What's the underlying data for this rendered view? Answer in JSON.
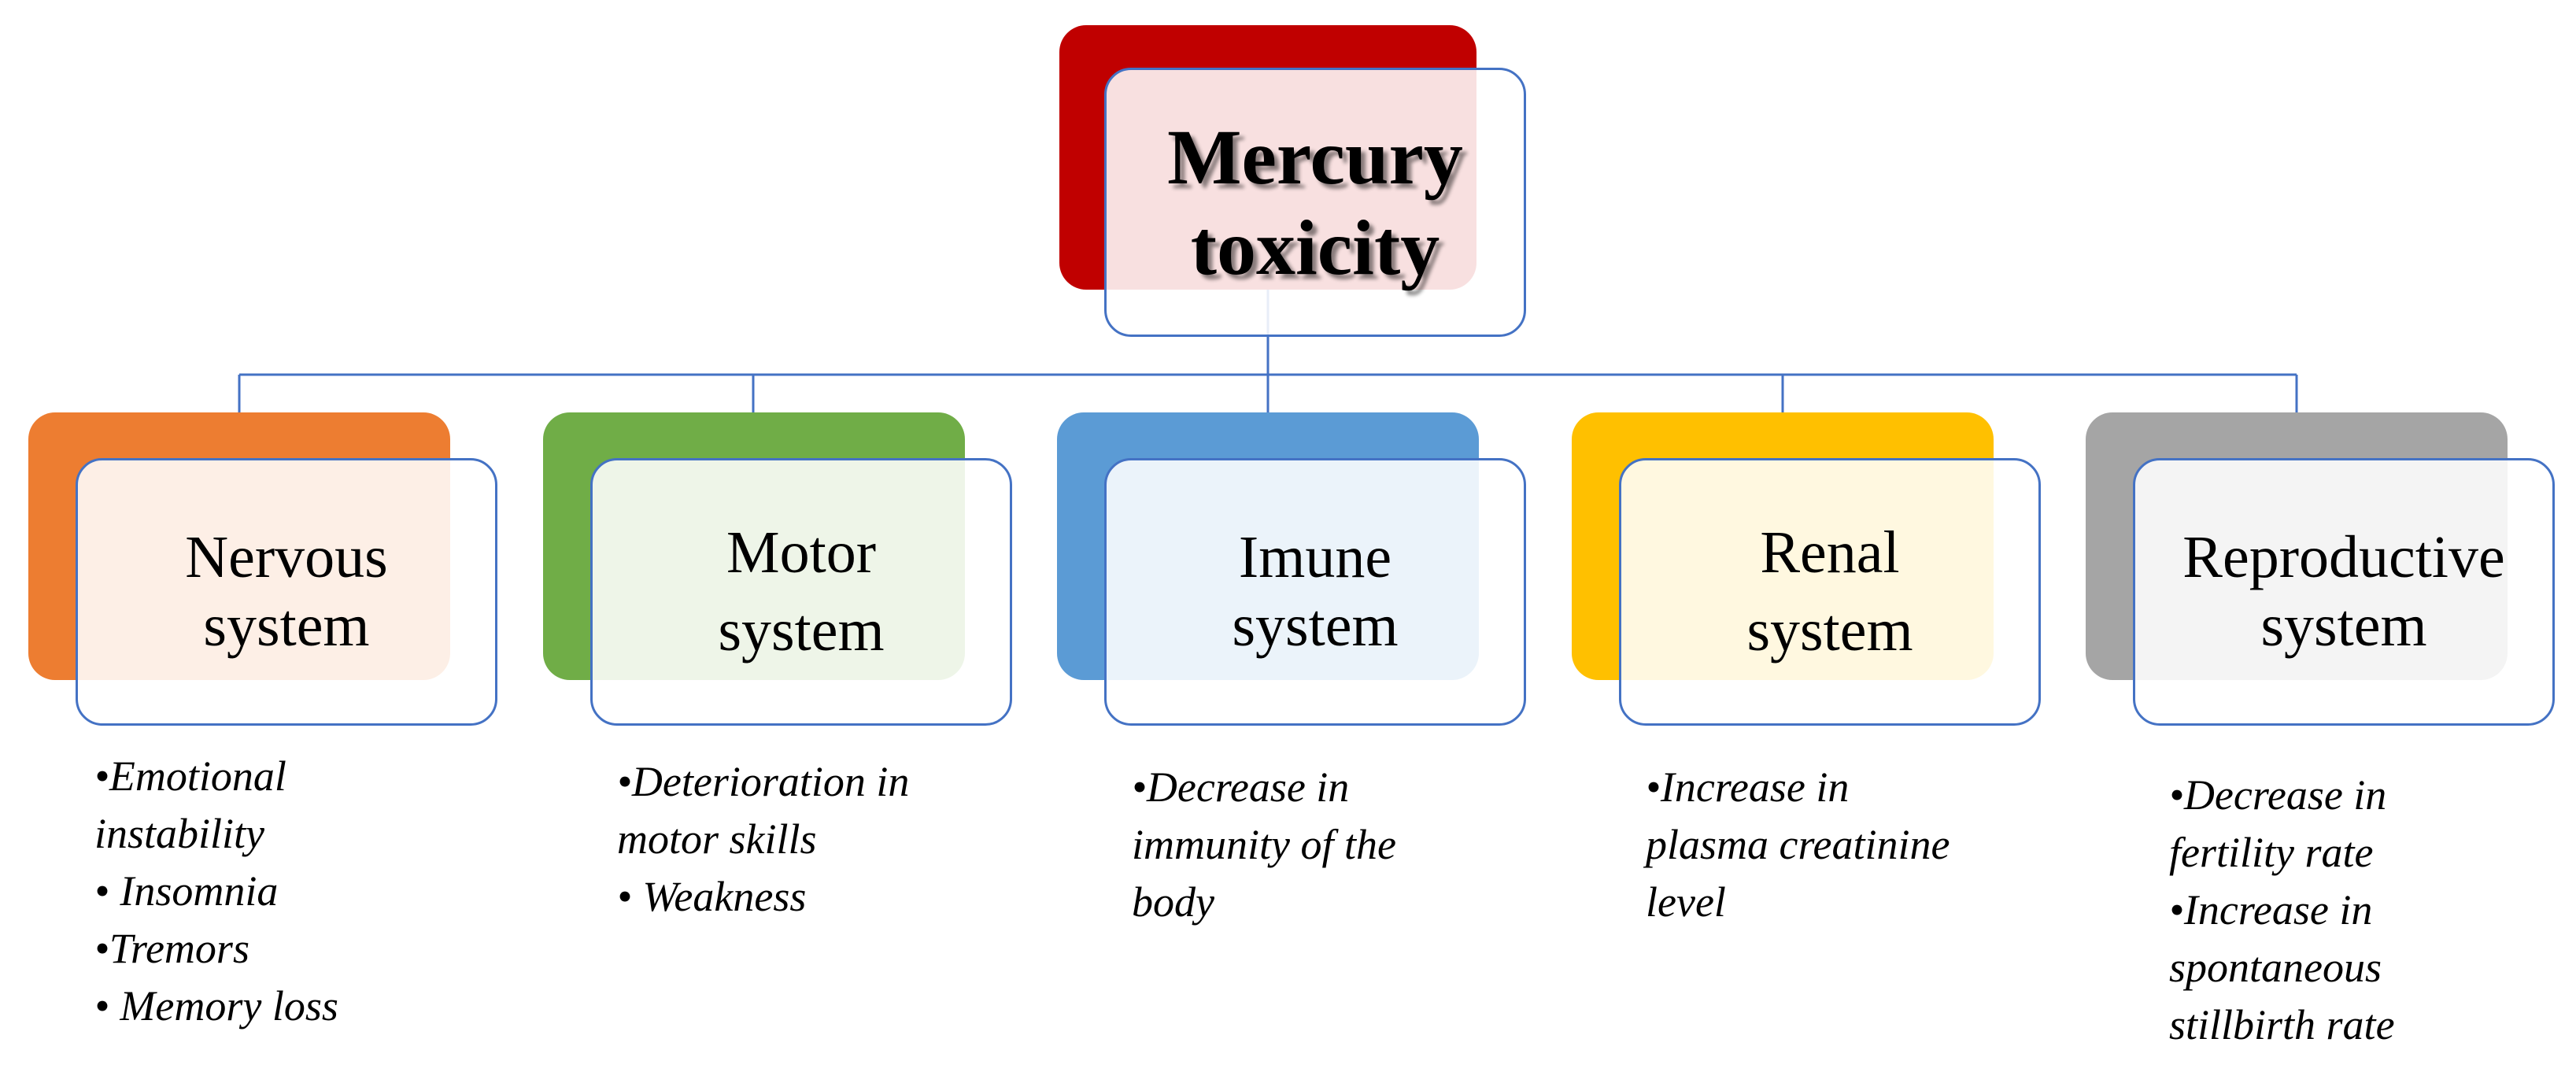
{
  "root": {
    "lines": [
      "Mercury",
      "toxicity"
    ],
    "color": "#C00000"
  },
  "border_color": "#4472C4",
  "categories": [
    {
      "lines": [
        "Nervous",
        "system"
      ],
      "color": "#ED7D31",
      "effects": [
        "•Emotional",
        "instability",
        "• Insomnia",
        "•Tremors",
        "• Memory loss"
      ]
    },
    {
      "lines": [
        "Motor",
        "system"
      ],
      "color": "#70AD47",
      "effects": [
        "•Deterioration in",
        "motor skills",
        "• Weakness"
      ]
    },
    {
      "lines": [
        "Imune",
        "system"
      ],
      "color": "#5B9BD5",
      "effects": [
        "•Decrease in",
        "immunity of the",
        "body"
      ]
    },
    {
      "lines": [
        "Renal",
        "system"
      ],
      "color": "#FFC000",
      "effects": [
        "•Increase in",
        "plasma creatinine",
        "level"
      ]
    },
    {
      "lines": [
        "Reproductive",
        "system"
      ],
      "color": "#A5A5A5",
      "effects": [
        "•Decrease  in",
        "fertility rate",
        "•Increase in",
        "spontaneous",
        "stillbirth rate"
      ]
    }
  ]
}
